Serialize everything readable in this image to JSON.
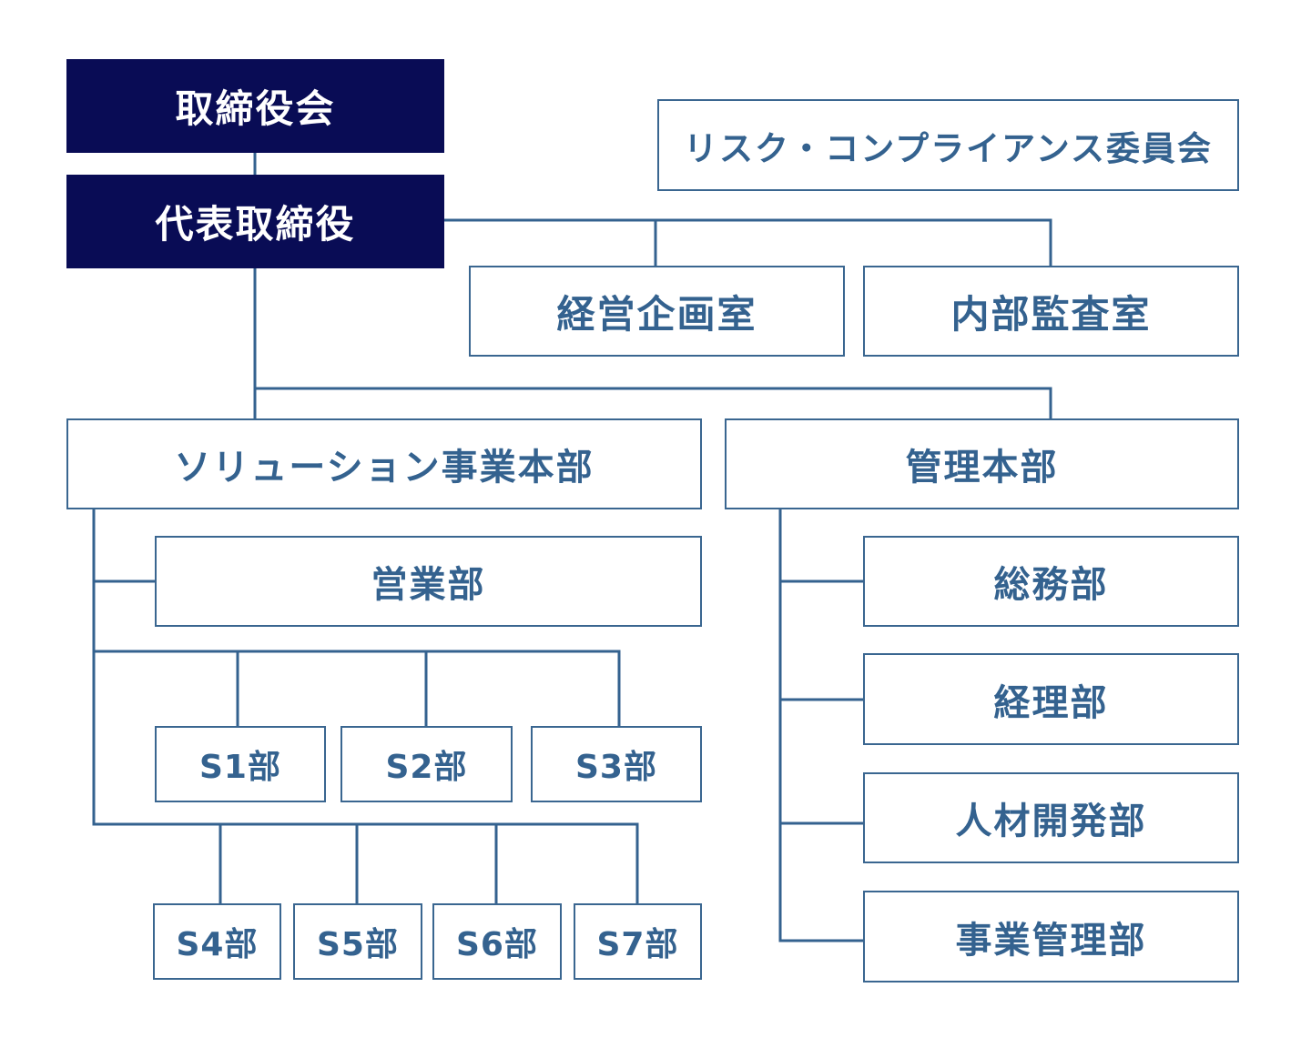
{
  "org_chart": {
    "board": "取締役会",
    "president": "代表取締役",
    "risk_committee": "リスク・コンプライアンス委員会",
    "corporate_planning": "経営企画室",
    "internal_audit": "内部監査室",
    "solutions_hq": {
      "name": "ソリューション事業本部",
      "sales": "営業部",
      "units": [
        "S1部",
        "S2部",
        "S3部",
        "S4部",
        "S5部",
        "S6部",
        "S7部"
      ]
    },
    "admin_hq": {
      "name": "管理本部",
      "departments": [
        "総務部",
        "経理部",
        "人材開発部",
        "事業管理部"
      ]
    }
  },
  "colors": {
    "box_border": "#3a6690",
    "line": "#34628f",
    "dark_box": "#090c55",
    "dark_text": "#ffffff"
  }
}
